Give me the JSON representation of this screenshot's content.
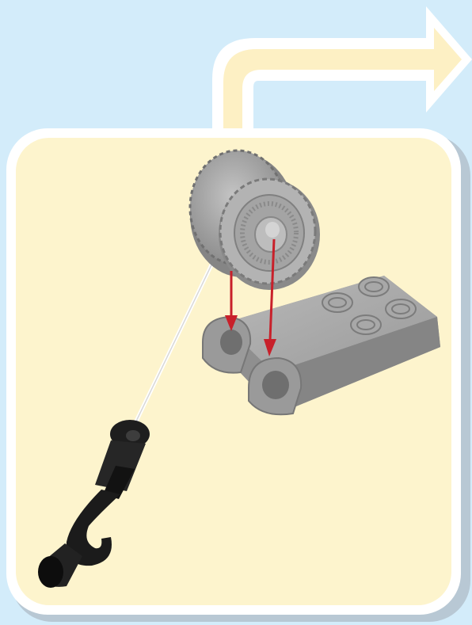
{
  "instruction_step": {
    "background_color": "#d3ecfa",
    "panel": {
      "fill_color": "#fdf4cd",
      "border_color": "#ffffff"
    },
    "next_arrow": {
      "direction": "right",
      "fill_color": "#fdf0c4",
      "icon": "next-step-arrow-icon"
    },
    "parts": [
      {
        "icon": "pulley-wheel-icon",
        "color": "#9a9a9a"
      },
      {
        "icon": "string-icon",
        "color": "#ffffff"
      },
      {
        "icon": "hook-icon",
        "color": "#1e1e1e"
      },
      {
        "icon": "duplo-plate-with-clips-icon",
        "color": "#9c9c9c"
      }
    ],
    "assembly_arrows": {
      "count": 2,
      "color": "#c8202a",
      "direction": "down"
    }
  }
}
